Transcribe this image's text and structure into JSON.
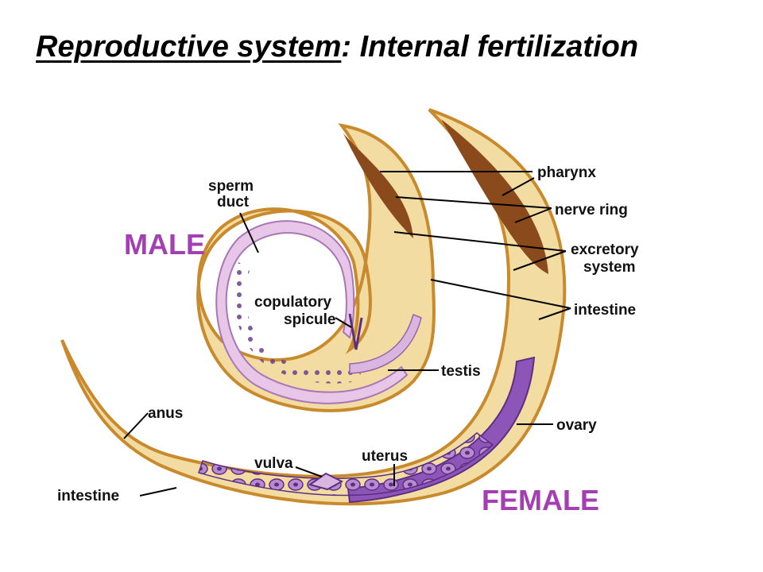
{
  "title": {
    "underlined": "Reproductive system",
    "rest": ": Internal fertilization"
  },
  "labels": {
    "male": "MALE",
    "female": "FEMALE",
    "sperm_duct_1": "sperm",
    "sperm_duct_2": "duct",
    "copulatory_1": "copulatory",
    "copulatory_2": "spicule",
    "testis": "testis",
    "anus": "anus",
    "vulva": "vulva",
    "uterus": "uterus",
    "intestine_lower": "intestine",
    "pharynx": "pharynx",
    "nerve_ring": "nerve ring",
    "excretory_1": "excretory",
    "excretory_2": "system",
    "intestine_right": "intestine",
    "ovary": "ovary"
  },
  "colors": {
    "body_fill": "#f3dca2",
    "body_outline": "#c98a2d",
    "pharynx": "#8a4a1c",
    "male_tract": "#e7c6e8",
    "female_tract": "#8e55b8",
    "sex_label": "#a43fb3"
  }
}
